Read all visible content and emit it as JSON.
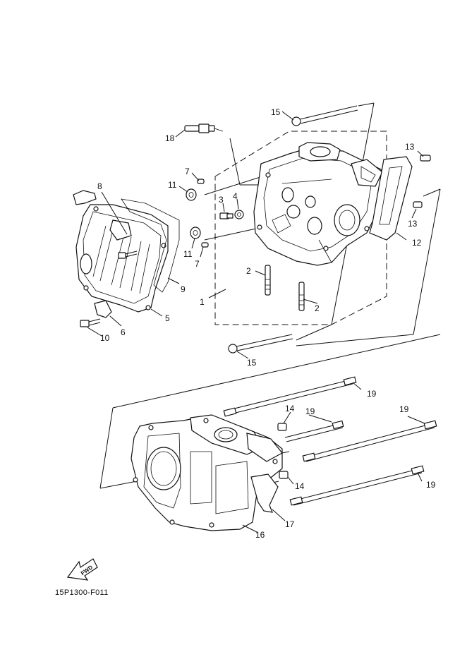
{
  "diagram": {
    "drawing_code": "15P1300-F011",
    "fwd_arrow_text": "FWD",
    "callouts": {
      "c1": "1",
      "c2a": "2",
      "c2b": "2",
      "c3": "3",
      "c4": "4",
      "c5": "5",
      "c6": "6",
      "c7a": "7",
      "c7b": "7",
      "c8": "8",
      "c9": "9",
      "c10": "10",
      "c11a": "11",
      "c11b": "11",
      "c12": "12",
      "c13a": "13",
      "c13b": "13",
      "c14a": "14",
      "c14b": "14",
      "c15a": "15",
      "c15b": "15",
      "c16": "16",
      "c17": "17",
      "c18": "18",
      "c19a": "19",
      "c19b": "19",
      "c19c": "19",
      "c19d": "19"
    }
  }
}
